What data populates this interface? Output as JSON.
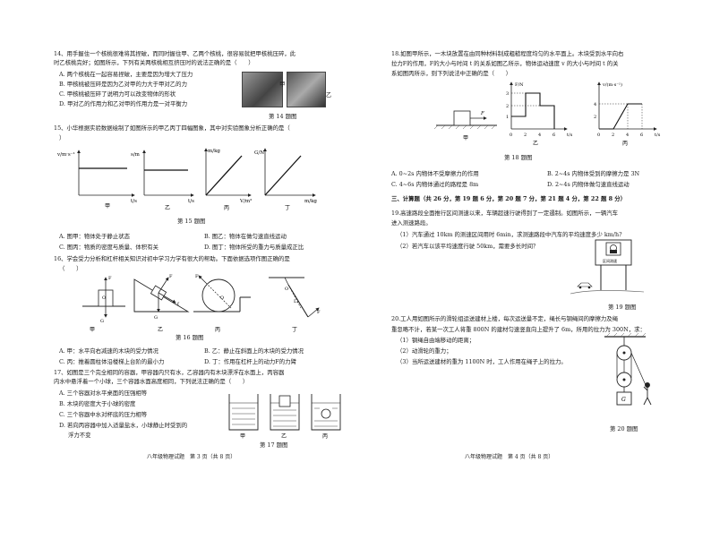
{
  "left_page": {
    "q14": {
      "stem1": "14、用手握住一个核桃很难将其捏破，而同时握住甲、乙两个核桃，很容易就把甲核桃压碎，此",
      "stem2": "时乙核桃完好；如图所示，下列有关两核桃相互挤压时的说法正确的是（　　）",
      "A": "A. 两个核桃在一起容易捏破，主要是因为增大了压力",
      "B": "B. 甲核桃被压碎是因为乙对甲的力大于甲对乙的力",
      "C": "C. 甲核桃被压碎了说明力可以改变物体的形状",
      "D": "D. 甲对乙的作用力和乙对甲的作用力是一对平衡力",
      "label_jia": "甲",
      "label_yi": "乙",
      "caption": "第 14 题图"
    },
    "q15": {
      "stem1": "15、小华根据实验数据绘制了如图所示的甲乙丙丁四幅图象，其中对实验图象分析正确的是（",
      "stem2": "）",
      "graphs": [
        {
          "ylabel": "v/m·s⁻¹",
          "xlabel": "t/s",
          "name": "甲"
        },
        {
          "ylabel": "s/m",
          "xlabel": "t/s",
          "name": "乙"
        },
        {
          "ylabel": "m/kg",
          "xlabel": "V/m³",
          "name": "丙"
        },
        {
          "ylabel": "G/N",
          "xlabel": "m/kg",
          "name": "丁"
        }
      ],
      "caption": "第 15 题图",
      "A": "A. 图甲：物体处于静止状态",
      "B": "B. 图乙：物体在做匀速直线运动",
      "C": "C. 图丙：物质的密度与质量、体积有关",
      "D": "D. 图丁：物体所受的重力与质量成正比"
    },
    "q16": {
      "stem1": "16、学会受力分析和杠杆相关知识对初中学习力学有很大的帮助。下面依据选项作图正确的是",
      "stem2": "（　　）",
      "labels": {
        "FN": "F",
        "O": "O",
        "G": "G",
        "f": "f",
        "F": "F",
        "L1": "L₁",
        "L2": "L₂"
      },
      "figure_names": [
        "甲",
        "乙",
        "丙",
        "丁"
      ],
      "caption": "第 16 题图",
      "A": "A. 甲：水平向右减速的木块的受力情况",
      "B": "B. 乙：静止在斜面上的木块的受力情况",
      "C": "C. 丙：推着圆柱体沿楼梯上台阶的最小力",
      "D": "D. 丁：作用在杠杆上的动力F的力臂"
    },
    "q17": {
      "stem1": "17、如图是三个完全相同的容器，甲容器内只有水，乙容器内有木块漂浮在水面上，丙容器",
      "stem2": "内水中悬浮着一个小球，三个容器水面高度相同，下列说法正确的是（　　）",
      "A": "A. 三个容器对水平桌面的压强相等",
      "B": "B. 木块的密度大于小球的密度",
      "C": "C. 三个容器中水对杯底的压力相等",
      "D1": "D. 若向丙容器中加入适量盐水，小球静止时受到的",
      "D2": "浮力不变",
      "figure_names": [
        "甲",
        "乙",
        "丙"
      ],
      "caption": "第 17 题图"
    },
    "footer": "八年级物理试题　第 3 页（共 8 页）"
  },
  "right_page": {
    "q18": {
      "stem1": "18.如图甲所示，一木块放置在由同种材料制成粗糙程度均匀的水平面上。木块受到水平向右",
      "stem2": "拉力F的作用，F的大小与时间 t 的关系如图乙所示，物体运动速度 v 的大小与时间 t 的关",
      "stem3": "系如图丙所示，则下列说法中正确的是（　　）",
      "graph_yi": {
        "ylabel": "F/N",
        "xlabel": "t/s",
        "yticks": [
          "1",
          "2",
          "3"
        ],
        "xticks": [
          "0",
          "2",
          "4",
          "6"
        ],
        "name": "乙"
      },
      "graph_bing": {
        "ylabel": "v/(m·s⁻¹)",
        "xlabel": "t/s",
        "yticks": [
          "2",
          "4"
        ],
        "xticks": [
          "0",
          "2",
          "4",
          "6"
        ],
        "name": "丙"
      },
      "force_label": "F",
      "fig_jia": "甲",
      "caption": "第 18 题图",
      "A": "A. 0~2s 内物体不受摩擦力的作用",
      "B": "B. 2~4s 内物体受到的摩擦力是 3N",
      "C": "C. 4~6s 内物体通过的路程是 8m",
      "D": "D. 2~4s 内物体做匀速直线运动"
    },
    "section3": "三、计算题（共 26 分，第 19 题 6 分，第 20 题 7 分，第 21 题 4 分，第 22 题 8 分）",
    "q19": {
      "stem1": "19.高速路段全面推行区间测速以来，车辆超速行驶得到了一定遏制。如图所示，一辆汽车",
      "stem2": "进入测速路段。",
      "p1": "（1）汽车通过 10km 的测速区间用时 6min，求测速路段中汽车的平均速度多少 km/h?",
      "p2": "（2）若汽车以该平均速度行驶 50km，需要多长时间？",
      "sign_text": "区间测速",
      "caption": "第 19 题图"
    },
    "q20": {
      "stem1": "20.工人用如图所示的滑轮组运送建材上楼，每次运送量不定，绳长与钢绳间的摩擦力及绳",
      "stem2": "重忽略不计，若某一次工人将重 800N 的建材匀速竖直向上提升了 6m，所用的拉力为 300N，求：",
      "p1": "（1）钢绳自由端移动的距离；",
      "p2": "（2）动滑轮的重力；",
      "p3": "（3）当所运送建材的重为 1100N 时，工人作用在绳子上的拉力。",
      "load_label": "G",
      "caption": "第 20 题图"
    },
    "footer": "八年级物理试题　第 4 页（共 8 页）"
  }
}
